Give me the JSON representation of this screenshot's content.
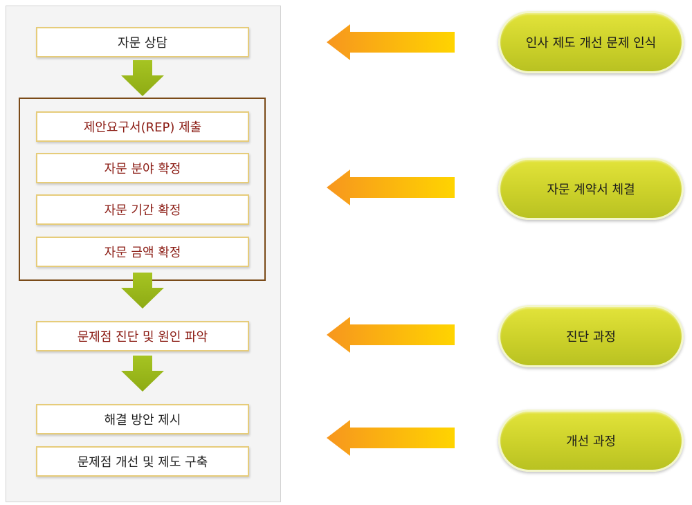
{
  "steps": [
    {
      "label": "자문 상담"
    },
    {
      "label": "제안요구서(REP) 제출"
    },
    {
      "label": "자문 분야 확정"
    },
    {
      "label": "자문 기간 확정"
    },
    {
      "label": "자문 금액 확정"
    },
    {
      "label": "문제점 진단 및 원인 파악"
    },
    {
      "label": "해결 방안 제시"
    },
    {
      "label": "문제점 개선 및 제도 구축"
    }
  ],
  "stages": [
    {
      "label": "인사 제도 개선 문제 인식"
    },
    {
      "label": "자문 계약서 체결"
    },
    {
      "label": "진단 과정"
    },
    {
      "label": "개선 과정"
    }
  ],
  "colors": {
    "step_border": "#e6cc7a",
    "step_text_dark": "#1e1e1e",
    "step_text_red": "#8a1a12",
    "group_border": "#7a4a18",
    "down_arrow_green": "#9bb81c",
    "left_arrow_orange_start": "#f7a020",
    "left_arrow_orange_end": "#ffd000",
    "stage_pill_yellow": "#d5d82e"
  }
}
